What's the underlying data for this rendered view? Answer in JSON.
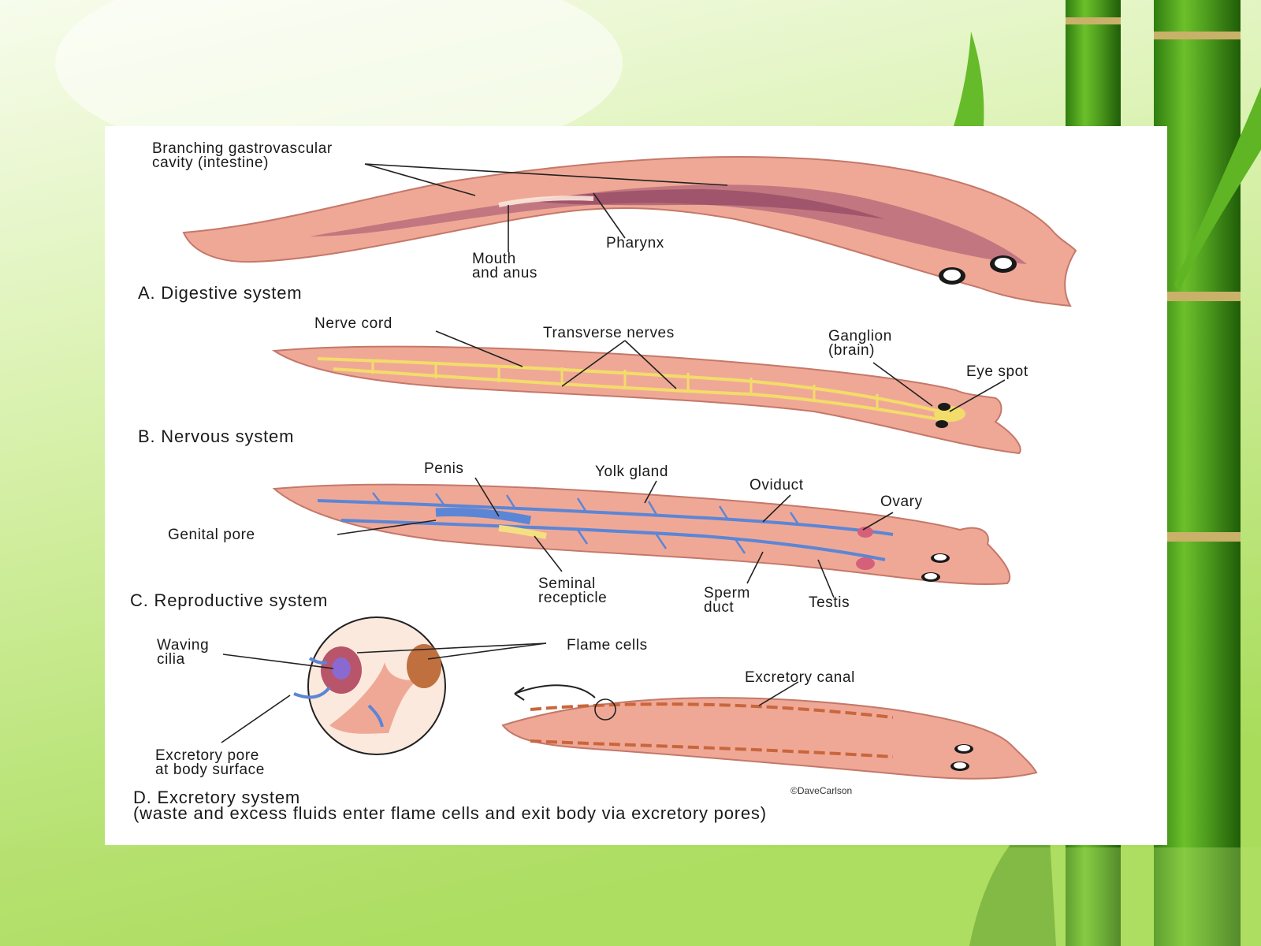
{
  "colors": {
    "background_top": "#f4fbe6",
    "background_green": "#a8dc5a",
    "bamboo": "#4f9e1e",
    "body_fill": "#eea090",
    "gut": "#8a4468",
    "nerve": "#f2dc6a",
    "reproductive": "#5b86d6",
    "excretory": "#c8663c"
  },
  "sections": {
    "a": {
      "title": "A. Digestive system",
      "labels": {
        "gastrovascular": "Branching gastrovascular\ncavity (intestine)",
        "pharynx": "Pharynx",
        "mouth": "Mouth\nand anus"
      }
    },
    "b": {
      "title": "B. Nervous system",
      "labels": {
        "nerve_cord": "Nerve cord",
        "transverse": "Transverse nerves",
        "ganglion": "Ganglion\n(brain)",
        "eye_spot": "Eye spot"
      }
    },
    "c": {
      "title": "C. Reproductive system",
      "labels": {
        "penis": "Penis",
        "yolk": "Yolk gland",
        "oviduct": "Oviduct",
        "ovary": "Ovary",
        "genital_pore": "Genital pore",
        "seminal": "Seminal\nrecepticle",
        "sperm_duct": "Sperm\nduct",
        "testis": "Testis"
      }
    },
    "d": {
      "title": "D. Excretory system\n(waste and excess fluids enter flame cells and exit body via excretory pores)",
      "labels": {
        "cilia": "Waving\ncilia",
        "flame": "Flame cells",
        "canal": "Excretory canal",
        "pore": "Excretory pore\nat body surface"
      }
    }
  },
  "credit": "©DaveCarlson"
}
